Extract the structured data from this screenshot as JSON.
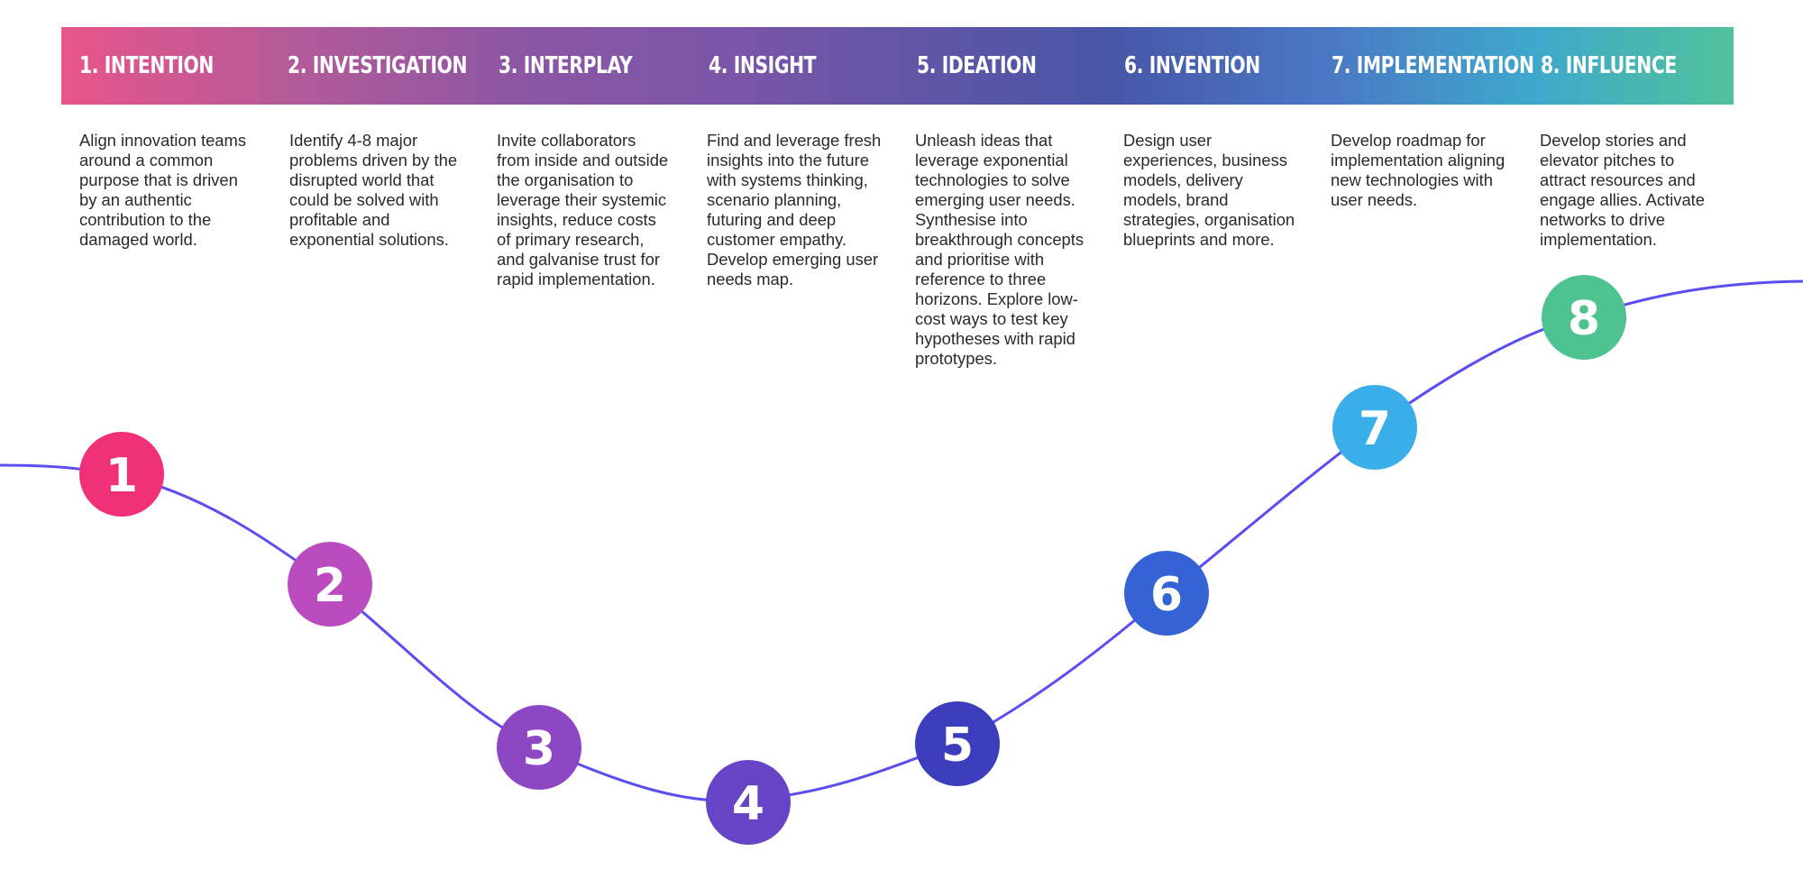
{
  "steps": [
    {
      "title": "1. INTENTION",
      "desc": "Align innovation teams around a common purpose that is driven by an authentic contribution to the damaged world.",
      "number": "1",
      "color": "#f0317a"
    },
    {
      "title": "2. INVESTIGATION",
      "desc": "Identify 4-8 major problems driven by the disrupted world that could be solved with profitable and exponential solutions.",
      "number": "2",
      "color": "#bb4cbf"
    },
    {
      "title": "3. INTERPLAY",
      "desc": "Invite collaborators from inside and outside the organisation to leverage their systemic insights, reduce costs of primary research, and galvanise trust for rapid implementation.",
      "number": "3",
      "color": "#8d46c4"
    },
    {
      "title": "4. INSIGHT",
      "desc": "Find and leverage fresh insights into the future with systems thinking, scenario planning, futuring and deep customer empathy. Develop emerging user needs map.",
      "number": "4",
      "color": "#6743c6"
    },
    {
      "title": "5. IDEATION",
      "desc": "Unleash ideas that leverage exponential technologies to solve emerging user needs. Synthesise into breakthrough concepts  and prioritise with reference to three horizons. Explore low-cost ways to test key hypotheses with rapid prototypes.",
      "number": "5",
      "color": "#3b3dbd"
    },
    {
      "title": "6. INVENTION",
      "desc": "Design user experiences, business models, delivery models, brand strategies, organisation blueprints and more.",
      "number": "6",
      "color": "#3563d6"
    },
    {
      "title": "7. IMPLEMENTATION",
      "desc": "Develop roadmap for implementation aligning new technologies with user needs.",
      "number": "7",
      "color": "#3aaee9"
    },
    {
      "title": "8. INFLUENCE",
      "desc": "Develop stories and elevator pitches to attract resources and engage allies. Activate networks to drive implementation.",
      "number": "8",
      "color": "#4ec291"
    }
  ],
  "curve_color": "#5b4ef0"
}
